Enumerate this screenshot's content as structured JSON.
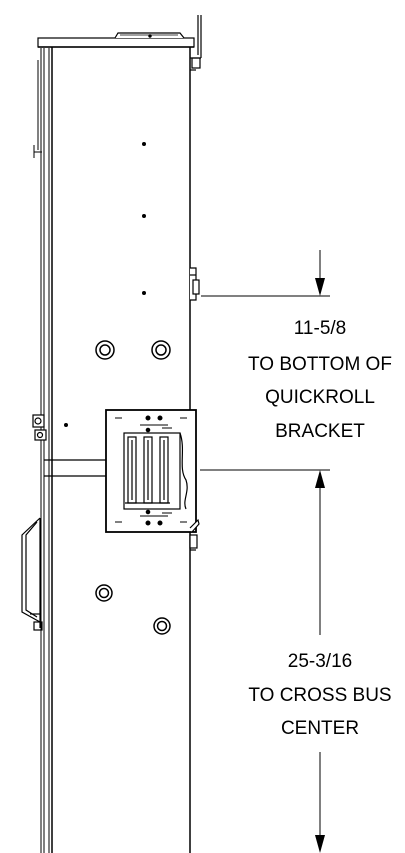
{
  "dimension_upper": {
    "value": "11-5/8",
    "line1": "TO BOTTOM OF",
    "line2": "QUICKROLL",
    "line3": "BRACKET"
  },
  "dimension_lower": {
    "value": "25-3/16",
    "line1": "TO CROSS BUS",
    "line2": "CENTER"
  },
  "colors": {
    "line": "#000000",
    "background": "#ffffff"
  }
}
